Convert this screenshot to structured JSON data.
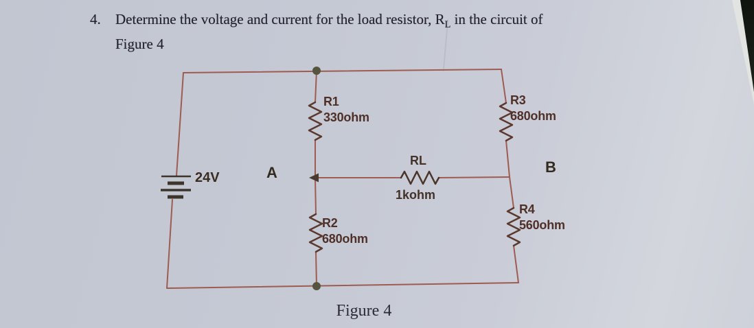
{
  "problem": {
    "number": "4.",
    "text_before_sub": "Determine the voltage and current for the load resistor, R",
    "subscript": "L",
    "text_after_sub": " in the circuit of",
    "line2": "Figure 4"
  },
  "caption": "Figure 4",
  "circuit": {
    "source_label": "24V",
    "node_labels": [
      "A",
      "B"
    ],
    "resistors": [
      {
        "ref": "R1",
        "value": "330ohm"
      },
      {
        "ref": "R2",
        "value": "680ohm"
      },
      {
        "ref": "R3",
        "value": "680ohm"
      },
      {
        "ref": "R4",
        "value": "560ohm"
      },
      {
        "ref": "RL",
        "value": "1kohm"
      }
    ],
    "colors": {
      "wire": "#9d5b51",
      "resistor_symbol": "#5c392f",
      "battery_symbol": "#3c332a",
      "node_dot": "#55543f",
      "label": "#4f3028"
    }
  }
}
